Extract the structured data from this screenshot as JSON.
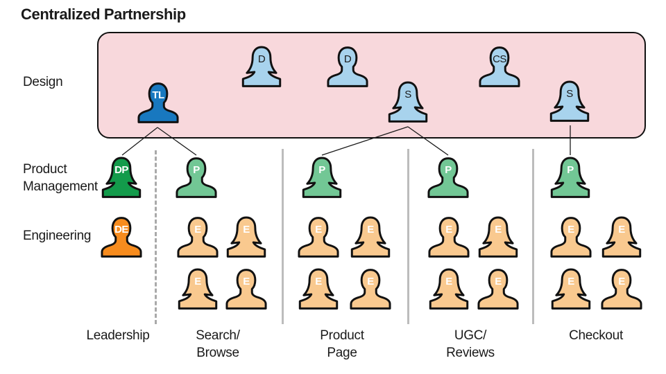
{
  "title": "Centralized Partnership",
  "row_labels": {
    "design": "Design",
    "product_management": "Product Management",
    "engineering": "Engineering"
  },
  "columns": [
    {
      "line1": "Leadership",
      "line2": ""
    },
    {
      "line1": "Search/",
      "line2": "Browse"
    },
    {
      "line1": "Product",
      "line2": "Page"
    },
    {
      "line1": "UGC/",
      "line2": "Reviews"
    },
    {
      "line1": "Checkout",
      "line2": ""
    }
  ],
  "design_team": [
    {
      "label": "TL"
    },
    {
      "label": "D"
    },
    {
      "label": "D"
    },
    {
      "label": "S"
    },
    {
      "label": "CS"
    },
    {
      "label": "S"
    }
  ],
  "product_managers": [
    {
      "label": "DP"
    },
    {
      "label": "P"
    },
    {
      "label": "P"
    },
    {
      "label": "P"
    },
    {
      "label": "P"
    }
  ],
  "engineering_leads": [
    {
      "label": "DE"
    }
  ],
  "engineers": [
    {
      "label": "E"
    },
    {
      "label": "E"
    },
    {
      "label": "E"
    },
    {
      "label": "E"
    },
    {
      "label": "E"
    },
    {
      "label": "E"
    },
    {
      "label": "E"
    },
    {
      "label": "E"
    },
    {
      "label": "E"
    },
    {
      "label": "E"
    },
    {
      "label": "E"
    },
    {
      "label": "E"
    },
    {
      "label": "E"
    },
    {
      "label": "E"
    },
    {
      "label": "E"
    },
    {
      "label": "E"
    }
  ],
  "colors": {
    "design_area_fill": "#f8d8dc",
    "team_lead_blue": "#1878bf",
    "designer_light_blue": "#a8d3ed",
    "pm_director_green": "#139b4b",
    "pm_light_green": "#72c795",
    "eng_director_orange": "#f78c1e",
    "engineer_peach": "#f9c98f",
    "outline_black": "#111111"
  }
}
